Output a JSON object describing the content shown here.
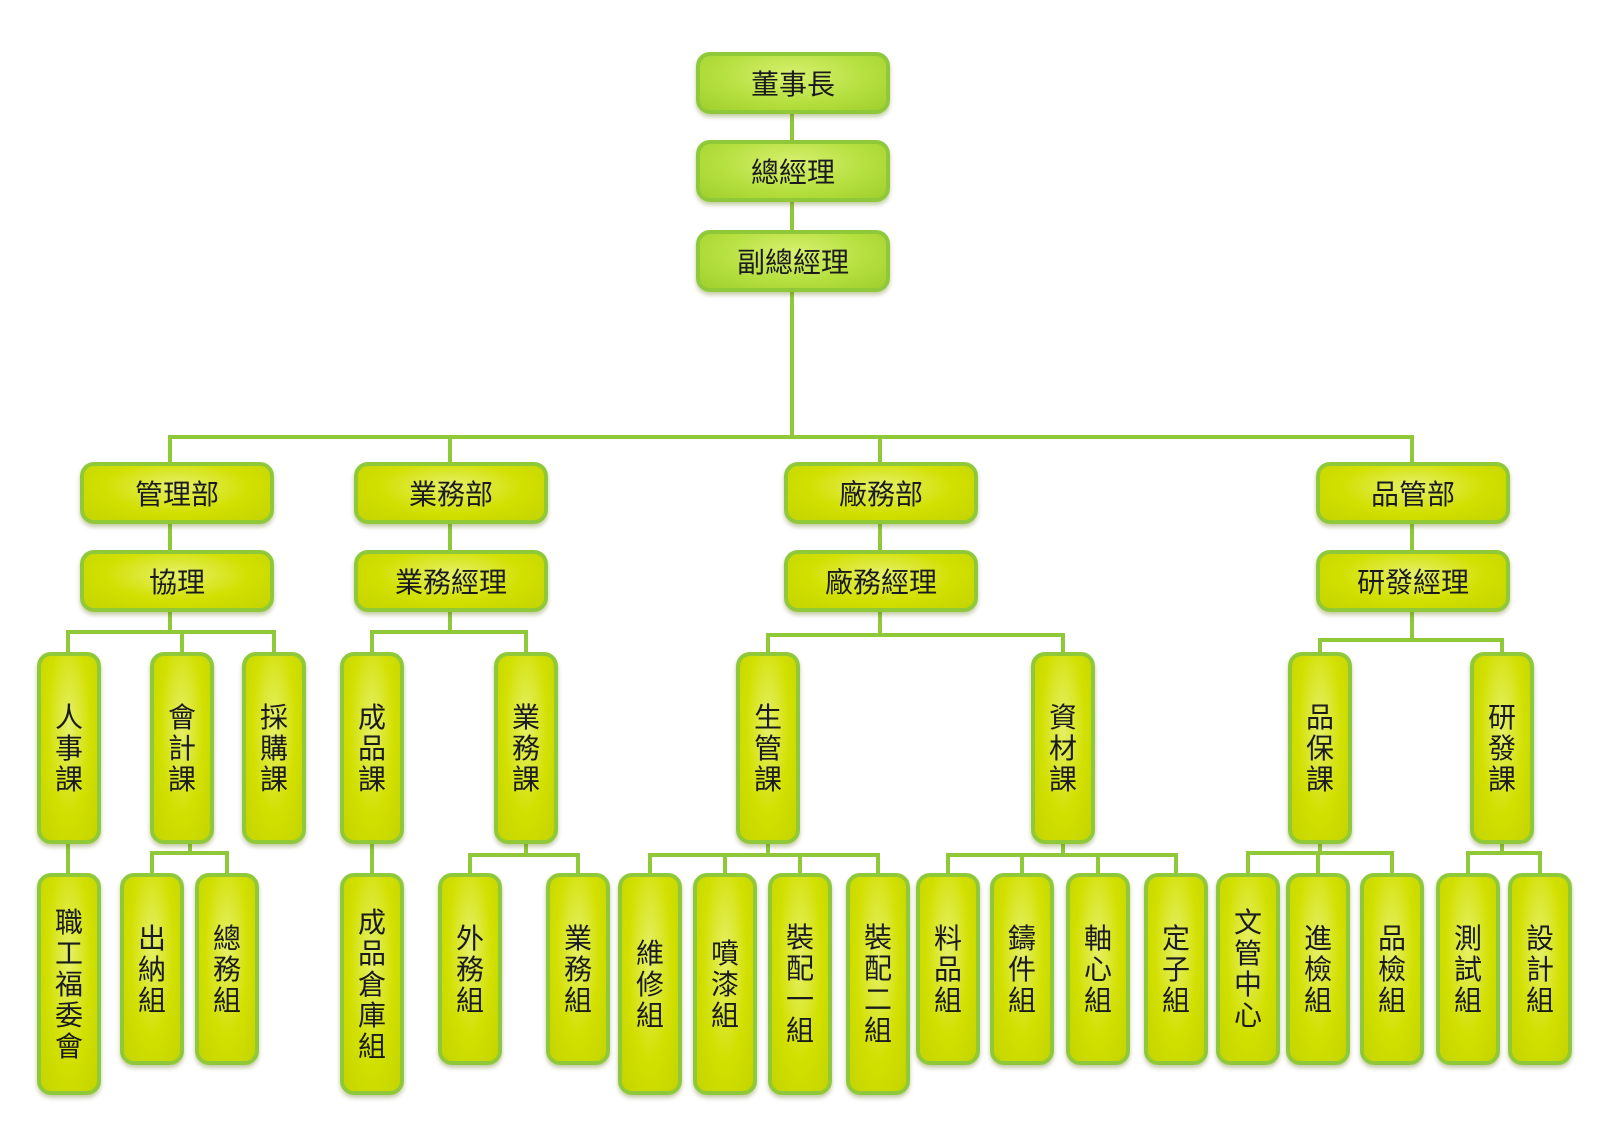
{
  "top": {
    "chairman": "董事長",
    "general_manager": "總經理",
    "deputy_general_manager": "副總經理"
  },
  "departments": {
    "management": {
      "name": "管理部",
      "head": "協理",
      "sections": {
        "hr": "人事課",
        "accounting": "會計課",
        "purchasing": "採購課",
        "welfare": "職工福委會",
        "cashier": "出納組",
        "general_affairs": "總務組"
      }
    },
    "sales": {
      "name": "業務部",
      "head": "業務經理",
      "sections": {
        "finished_goods": "成品課",
        "sales_section": "業務課",
        "warehouse": "成品倉庫組",
        "external": "外務組",
        "sales_group": "業務組"
      }
    },
    "factory": {
      "name": "廠務部",
      "head": "廠務經理",
      "sections": {
        "production": "生管課",
        "materials": "資材課",
        "maintenance": "維修組",
        "painting": "噴漆組",
        "assembly1": "裝配一組",
        "assembly2": "裝配二組",
        "material": "料品組",
        "casting": "鑄件組",
        "shaft": "軸心組",
        "stator": "定子組"
      }
    },
    "quality": {
      "name": "品管部",
      "head": "研發經理",
      "sections": {
        "qa": "品保課",
        "rd": "研發課",
        "doc_center": "文管中心",
        "incoming": "進檢組",
        "inspection": "品檢組",
        "testing": "測試組",
        "design": "設計組"
      }
    }
  },
  "colors": {
    "line": "#8fc93a",
    "box_fill": "#d2e000",
    "box_border": "#8fc93a",
    "top_fill": "#b6e040"
  }
}
